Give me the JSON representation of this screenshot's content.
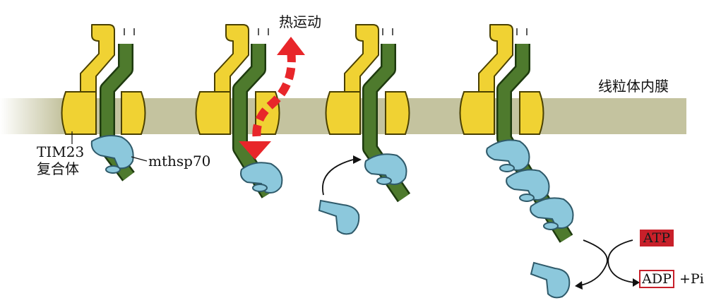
{
  "labels": {
    "thermal_motion": "热运动",
    "membrane": "线粒体内膜",
    "tim23_line1": "TIM23",
    "tim23_line2": "复合体",
    "mthsp70": "mthsp70",
    "atp": "ATP",
    "adp": "ADP",
    "pi": "+Pi"
  },
  "colors": {
    "membrane": "#c4c39f",
    "tim23_yellow": "#f0d233",
    "chain_green": "#4e7a2d",
    "hsp70_blue": "#8cc8dc",
    "thermal_arrow_red": "#e8262a",
    "atp_fill": "#c8202a",
    "adp_border": "#c8202a"
  },
  "panels": [
    {
      "stage": "bound",
      "hsp70_count": 1
    },
    {
      "stage": "thermal-motion",
      "hsp70_count": 1
    },
    {
      "stage": "rebinding",
      "hsp70_count": 1
    },
    {
      "stage": "translocated",
      "hsp70_count": 3
    }
  ]
}
